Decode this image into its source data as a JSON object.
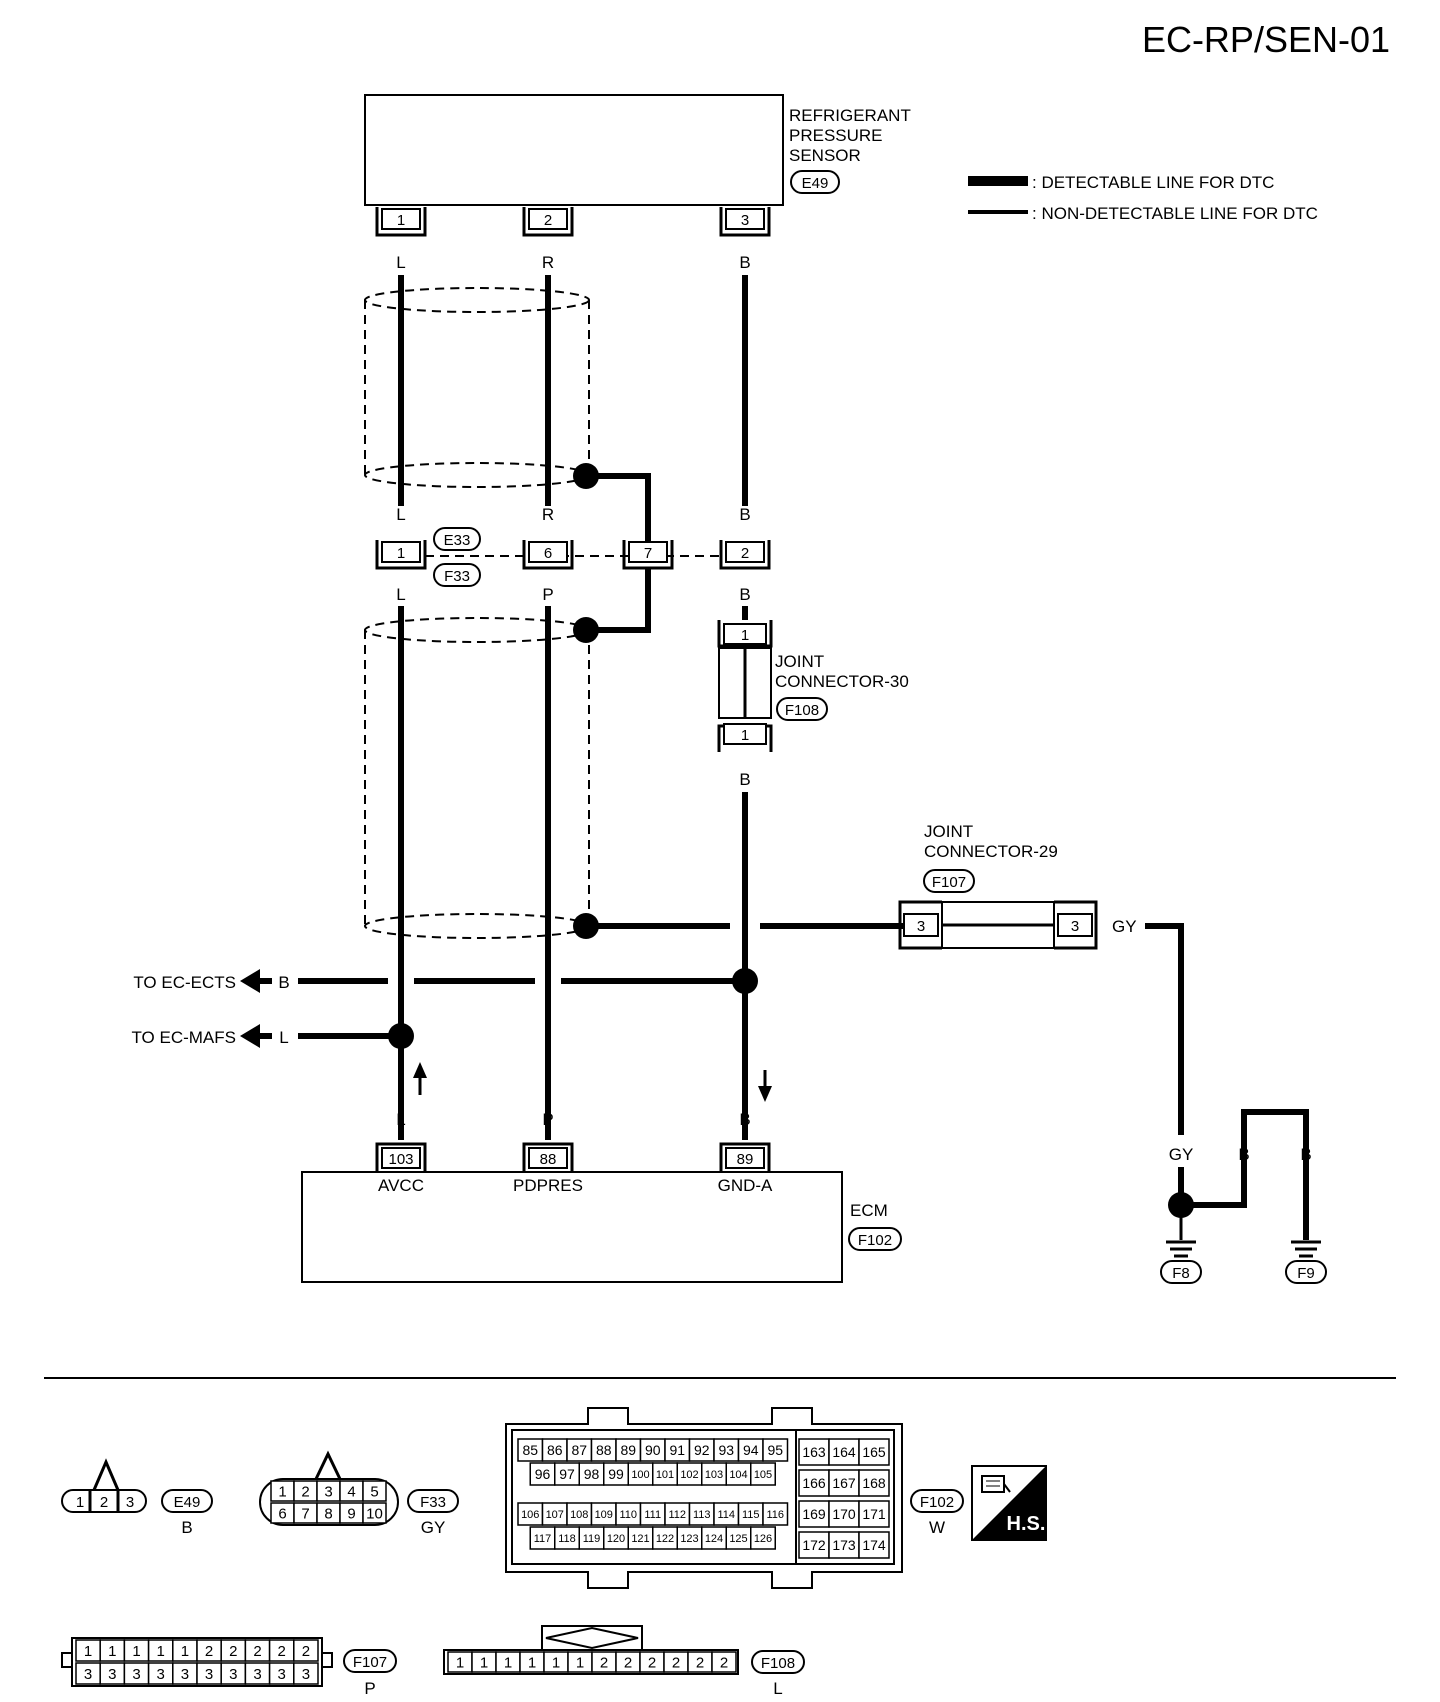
{
  "title": "EC-RP/SEN-01",
  "legend": {
    "detectable": ": DETECTABLE LINE FOR DTC",
    "non_detectable": ": NON-DETECTABLE LINE FOR DTC"
  },
  "sensor": {
    "name_lines": [
      "REFRIGERANT",
      "PRESSURE",
      "SENSOR"
    ],
    "connector": "E49",
    "pins": [
      "1",
      "2",
      "3"
    ],
    "wire_colors": [
      "L",
      "R",
      "B"
    ]
  },
  "junction_E33_F33": {
    "connector_top": "E33",
    "connector_bottom": "F33",
    "pins": [
      "1",
      "6",
      "7",
      "2"
    ],
    "colors_above": [
      "L",
      "R",
      "B"
    ],
    "colors_below": [
      "L",
      "P",
      "B"
    ]
  },
  "joint_connector_30": {
    "name_lines": [
      "JOINT",
      "CONNECTOR-30"
    ],
    "connector": "F108",
    "pins": [
      "1",
      "1"
    ],
    "wire_color_out": "B"
  },
  "joint_connector_29": {
    "name_lines": [
      "JOINT",
      "CONNECTOR-29"
    ],
    "connector": "F107",
    "pins": [
      "3",
      "3"
    ],
    "wire_color_out": "GY"
  },
  "outputs": [
    {
      "label": "TO EC-ECTS",
      "color": "B"
    },
    {
      "label": "TO EC-MAFS",
      "color": "L"
    }
  ],
  "ecm": {
    "name": "ECM",
    "connector": "F102",
    "pins": [
      "103",
      "88",
      "89"
    ],
    "pin_colors": [
      "L",
      "P",
      "B"
    ],
    "terminal_labels": [
      "AVCC",
      "PDPRES",
      "GND-A"
    ]
  },
  "grounds": {
    "colors": [
      "GY",
      "B",
      "B"
    ],
    "labels": [
      "F8",
      "F9"
    ]
  },
  "connector_views": {
    "E49": {
      "id": "E49",
      "color": "B",
      "pins": [
        "1",
        "2",
        "3"
      ]
    },
    "F33": {
      "id": "F33",
      "color": "GY",
      "top": [
        "1",
        "2",
        "3",
        "4",
        "5"
      ],
      "bottom": [
        "6",
        "7",
        "8",
        "9",
        "10"
      ]
    },
    "F102": {
      "id": "F102",
      "color": "W",
      "rows": [
        [
          "85",
          "86",
          "87",
          "88",
          "89",
          "90",
          "91",
          "92",
          "93",
          "94",
          "95"
        ],
        [
          "96",
          "97",
          "98",
          "99",
          "100",
          "101",
          "102",
          "103",
          "104",
          "105"
        ],
        [
          "106",
          "107",
          "108",
          "109",
          "110",
          "111",
          "112",
          "113",
          "114",
          "115",
          "116"
        ],
        [
          "117",
          "118",
          "119",
          "120",
          "121",
          "122",
          "123",
          "124",
          "125",
          "126"
        ]
      ],
      "right_rows": [
        [
          "163",
          "164",
          "165"
        ],
        [
          "166",
          "167",
          "168"
        ],
        [
          "169",
          "170",
          "171"
        ],
        [
          "172",
          "173",
          "174"
        ]
      ]
    },
    "F107": {
      "id": "F107",
      "color": "P",
      "top": [
        "1",
        "1",
        "1",
        "1",
        "1",
        "2",
        "2",
        "2",
        "2",
        "2"
      ],
      "bottom": [
        "3",
        "3",
        "3",
        "3",
        "3",
        "3",
        "3",
        "3",
        "3",
        "3"
      ]
    },
    "F108": {
      "id": "F108",
      "color": "L",
      "pins": [
        "1",
        "1",
        "1",
        "1",
        "1",
        "1",
        "2",
        "2",
        "2",
        "2",
        "2",
        "2"
      ]
    }
  },
  "hs_badge": "H.S."
}
